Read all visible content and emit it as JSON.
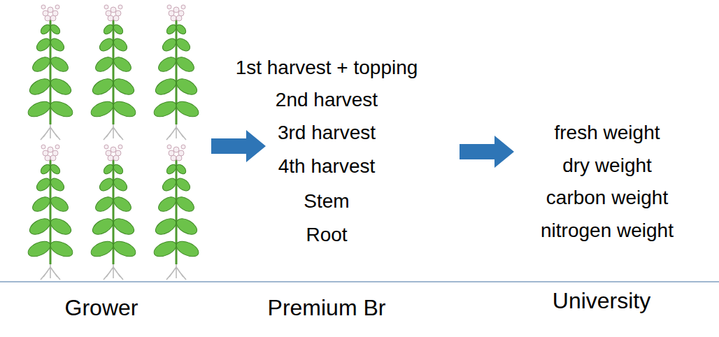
{
  "diagram": {
    "labels": [
      "1st harvest + topping",
      "2nd harvest",
      "3rd harvest",
      "4th harvest",
      "Stem",
      "Root",
      "fresh weight",
      "dry weight",
      "carbon weight",
      "nitrogen weight",
      "Grower",
      "Premium Br",
      "University"
    ]
  }
}
